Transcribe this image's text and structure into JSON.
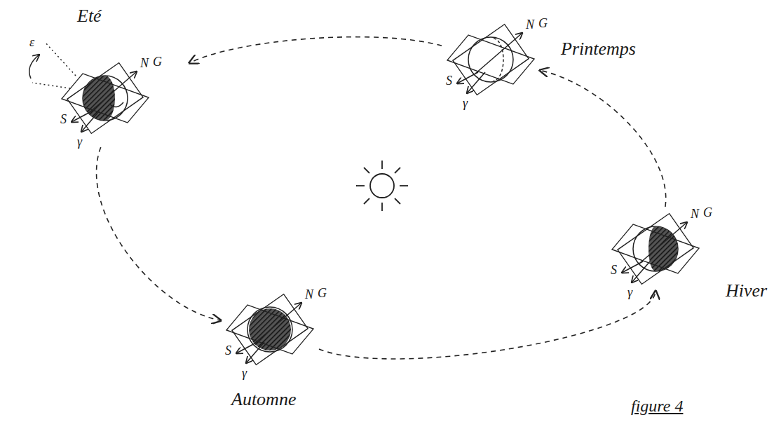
{
  "diagram": {
    "caption": "figure 4",
    "nodes": [
      {
        "text": [
          "Eté"
        ]
      },
      {
        "text": [
          "Printemps"
        ]
      },
      {
        "text": [
          "Hiver"
        ]
      },
      {
        "text": [
          "Automne"
        ]
      }
    ],
    "edges": [
      {
        "from": 0,
        "to": 3,
        "arrow": "to"
      },
      {
        "from": 3,
        "to": 2,
        "arrow": "to"
      },
      {
        "from": 2,
        "to": 1,
        "arrow": "to"
      },
      {
        "from": 1,
        "to": 0,
        "arrow": "to"
      }
    ],
    "labels": [
      "ε",
      "N",
      "G",
      "S",
      "γ",
      "N",
      "G",
      "S",
      "γ",
      "N",
      "G",
      "S",
      "γ",
      "N",
      "G",
      "S",
      "γ"
    ]
  }
}
